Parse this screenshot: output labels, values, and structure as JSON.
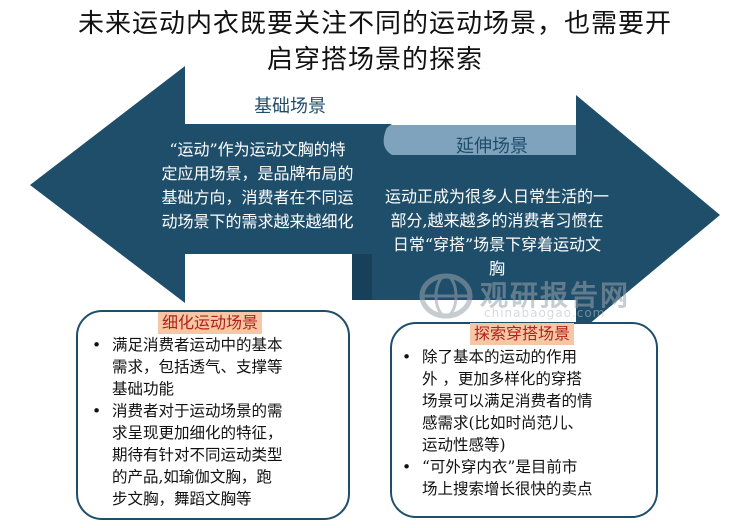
{
  "title": "未来运动内衣既要关注不同的运动场景，也需要开启穿搭场景的探索",
  "title_lines": [
    "未来运动内衣既要关注不同的运动场景，也需要开",
    "启穿搭场景的探索"
  ],
  "left_arrow": {
    "label": "基础场景",
    "text_lines": [
      "“运动”作为运动文胸的特",
      "定应用场景，是品牌布局的",
      "基础方向，消费者在不同运",
      "动场景下的需求越来越细化"
    ]
  },
  "right_arrow": {
    "label": "延伸场景",
    "text_lines": [
      "运动正成为很多人日常生活的一",
      "部分,越来越多的消费者习惯在",
      "日常“穿搭”场景下穿着运动文",
      "胸"
    ]
  },
  "left_box": {
    "title": "细化运动场景",
    "bullets": [
      [
        "满足消费者运动中的基本",
        "需求，包括透气、支撑等",
        "基础功能"
      ],
      [
        "消费者对于运动场景的需",
        "求呈现更加细化的特征，",
        "期待有针对不同运动类型",
        "的产品,如瑜伽文胸，跑",
        "步文胸，舞蹈文胸等"
      ]
    ]
  },
  "right_box": {
    "title": "探索穿搭场景",
    "bullets": [
      [
        "除了基本的运动的作用",
        "外 ，更加多样化的穿搭",
        "场景可以满足消费者的情",
        "感需求(比如时尚范儿、",
        "运动性感等)"
      ],
      [
        "“可外穿内衣”是目前市",
        "场上搜索增长很快的卖点"
      ]
    ]
  },
  "watermark": {
    "text": "观研报告网",
    "sub": "chinabaogao.com"
  },
  "colors": {
    "arrow_fill": "#1f4e6a",
    "arrow_fold": "#7fa3bd",
    "box_title_bg": "#f6c7a6",
    "box_title_text": "#b02318"
  }
}
